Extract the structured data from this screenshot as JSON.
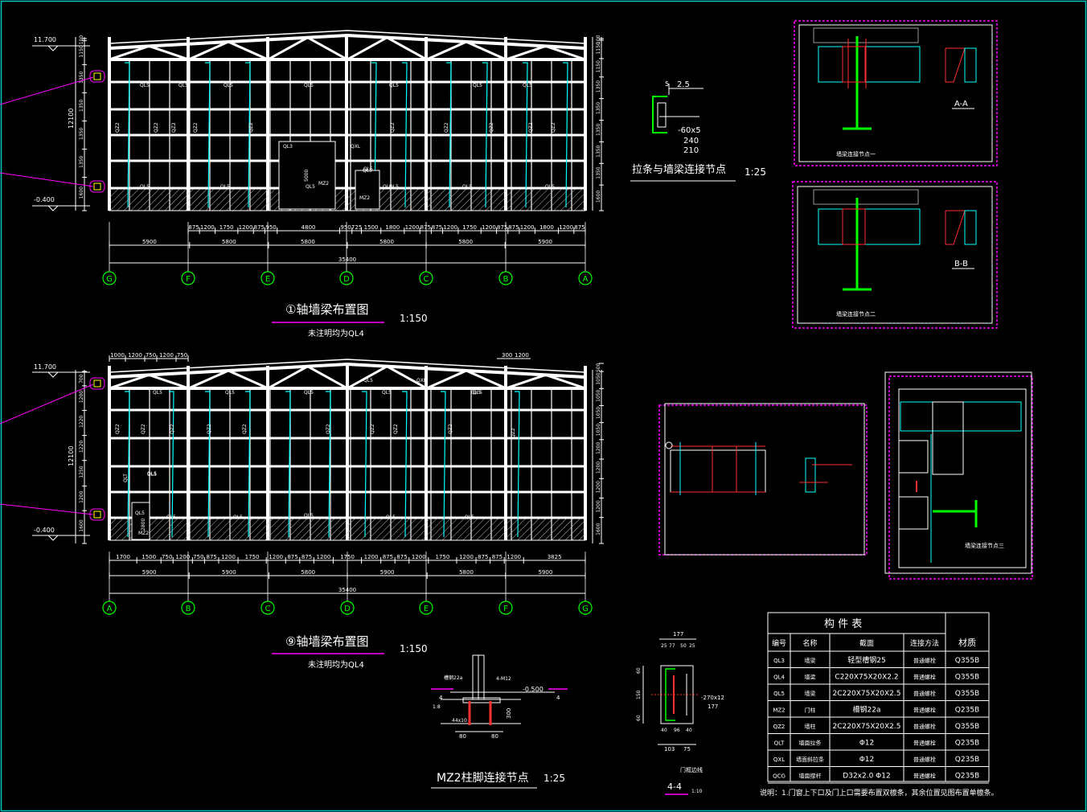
{
  "colors": {
    "background": "#000000",
    "line": "#ffffff",
    "cyan": "#00ffff",
    "magenta": "#ff00ff",
    "red": "#ff3030",
    "green": "#00ff00",
    "border": "#00c8c8",
    "hatch": "#c0c0c0"
  },
  "elev1": {
    "title": "①轴墙梁布置图",
    "scale": "1:150",
    "note": "未注明均为QL4",
    "elev_top": "11.700",
    "elev_bot": "-0.400",
    "total_height": "12100",
    "right_dims": [
      "100",
      "1150",
      "1150",
      "1350",
      "1350",
      "1350",
      "1350",
      "1350",
      "1600"
    ],
    "left_dims": [
      "100",
      "1150",
      "1350",
      "1350",
      "1350",
      "1350",
      "1600"
    ],
    "bottom_dims_row1": [
      "875",
      "1200",
      "1750",
      "1200",
      "875",
      "950",
      "4800",
      "950",
      "725",
      "1500",
      "1800",
      "1200",
      "875",
      "875",
      "1200",
      "1750",
      "1200",
      "875",
      "875",
      "1200",
      "1800",
      "1200",
      "875"
    ],
    "bay_dims": [
      "5900",
      "5800",
      "5800",
      "5800",
      "5800",
      "5900"
    ],
    "total": "35400",
    "axes": [
      "G",
      "F",
      "E",
      "D",
      "C",
      "B",
      "A"
    ],
    "labels": [
      "QL5",
      "QL5",
      "QL5",
      "QL5",
      "QL5",
      "QL5",
      "QL5",
      "QZ2",
      "QZ2",
      "QZ2",
      "QZ2",
      "QZ2",
      "QZ2",
      "QZ2",
      "QZ2",
      "QZ2",
      "QZ2",
      "QL5",
      "QL5",
      "QL5",
      "QL5",
      "QL5",
      "QL3",
      "MZ2",
      "QL5",
      "MZ2",
      "5000",
      "QL5",
      "QL5",
      "QXL",
      "QL5"
    ]
  },
  "elev9": {
    "title": "⑨轴墙梁布置图",
    "scale": "1:150",
    "note": "未注明均为QL4",
    "elev_top": "11.700",
    "elev_bot": "-0.400",
    "total_height": "12100",
    "top_dims": [
      "1000",
      "1200",
      "750",
      "1200",
      "750",
      "300",
      "1200"
    ],
    "right_dims": [
      "500",
      "1050",
      "1050",
      "1050",
      "1050",
      "1200",
      "1200",
      "1200",
      "1200",
      "1600"
    ],
    "left_dims": [
      "700",
      "1200",
      "1220",
      "1220",
      "1250",
      "1200",
      "1600"
    ],
    "bottom_dims_row1": [
      "1700",
      "1500",
      "750",
      "1200",
      "750",
      "875",
      "1200",
      "1750",
      "1200",
      "875",
      "875",
      "1200",
      "1750",
      "1200",
      "875",
      "875",
      "1200",
      "1750",
      "1200",
      "875",
      "875",
      "1200",
      "3825"
    ],
    "bay_dims": [
      "5900",
      "5900",
      "5800",
      "5900",
      "5800",
      "5900"
    ],
    "total": "35400",
    "axes": [
      "A",
      "B",
      "C",
      "D",
      "E",
      "F",
      "G"
    ],
    "labels": [
      "QL5",
      "QL5",
      "QL5",
      "QL5",
      "QL5",
      "QL5",
      "QL5",
      "QL5",
      "QZ2",
      "QZ2",
      "QZ2",
      "QZ2",
      "QZ2",
      "QZ2",
      "QZ2",
      "QZ2",
      "QZ2",
      "QZ2",
      "QLT",
      "QL5",
      "QL5",
      "MZ2",
      "2800",
      "QL5",
      "QL5",
      "QL5",
      "QL5",
      "QL5",
      "QXL",
      "QXL"
    ]
  },
  "node_purlin": {
    "title": "拉条与墙梁连接节点",
    "scale": "1:25",
    "dims": [
      "5",
      "2.5",
      "-60x5",
      "240",
      "210"
    ]
  },
  "detail_a": {
    "section": "A-A",
    "caption": "墙梁连接节点一"
  },
  "detail_b": {
    "section": "B-B",
    "caption": "墙梁连接节点二"
  },
  "detail_c": {
    "caption": "墙梁连接节点三"
  },
  "mz2_node": {
    "title": "MZ2柱脚连接节点",
    "scale": "1:25",
    "dims": [
      "-0.500",
      "4",
      "4",
      "80",
      "80",
      "300"
    ],
    "labels": [
      "槽钢22a",
      "4-M12",
      "1:8",
      "44x10"
    ]
  },
  "section44": {
    "title": "4-4",
    "scale": "1:10",
    "dims": [
      "177",
      "25",
      "77",
      "50",
      "25",
      "60",
      "150",
      "60",
      "40",
      "96",
      "40",
      "103",
      "75",
      "-270x12",
      "177"
    ],
    "label": "门框边线"
  },
  "parts_table": {
    "title": "构 件 表",
    "headers": [
      "编号",
      "名称",
      "截面",
      "连接方法",
      "材质"
    ],
    "rows": [
      [
        "QL3",
        "墙梁",
        "轻型槽钢25",
        "普通螺栓",
        "Q355B"
      ],
      [
        "QL4",
        "墙梁",
        "C220X75X20X2.2",
        "普通螺栓",
        "Q355B"
      ],
      [
        "QL5",
        "墙梁",
        "2C220X75X20X2.5",
        "普通螺栓",
        "Q355B"
      ],
      [
        "MZ2",
        "门柱",
        "槽钢22a",
        "普通螺栓",
        "Q235B"
      ],
      [
        "QZ2",
        "墙柱",
        "2C220X75X20X2.5",
        "普通螺栓",
        "Q355B"
      ],
      [
        "QLT",
        "墙面拉条",
        "Φ12",
        "普通螺栓",
        "Q235B"
      ],
      [
        "QXL",
        "墙面斜拉条",
        "Φ12",
        "普通螺栓",
        "Q235B"
      ],
      [
        "QCG",
        "墙面撑杆",
        "D32x2.0  Φ12",
        "普通螺栓",
        "Q235B"
      ]
    ]
  },
  "note": "说明：1.门窗上下口及门上口需要布置双檩条，其余位置见图布置单檩条。"
}
